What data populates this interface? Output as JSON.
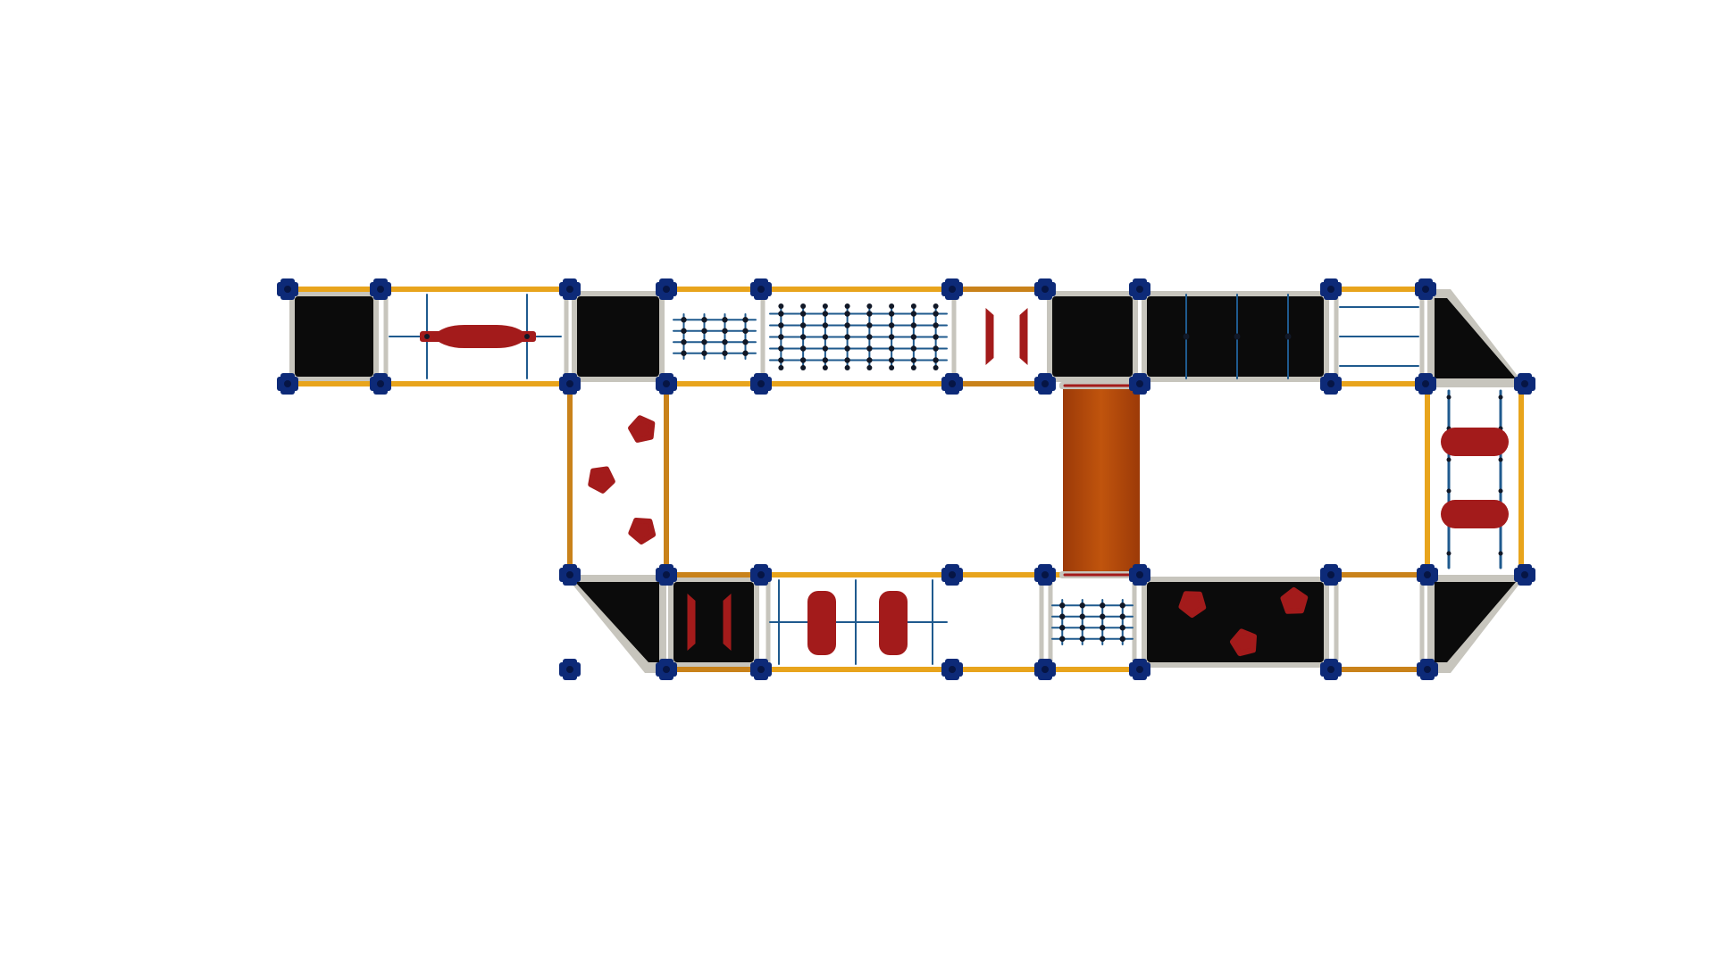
{
  "colors": {
    "background": "#ffffff",
    "deck": "#0b0b0b",
    "rail_yellow": "#e8a41c",
    "rail_orange": "#c9821a",
    "frame_gray": "#c7c5bd",
    "clamp_blue": "#0d2a78",
    "rope_blue": "#1f5a8e",
    "knot": "#111827",
    "hold_red": "#a31b1b",
    "slide_orange": "#c0540d"
  },
  "structure": {
    "element_order": [
      "deck",
      "balance-beam-bridge",
      "deck",
      "rope-net-bridge",
      "rope-net-bridge",
      "deck-with-grips",
      "deck",
      "rope-grid-bridge",
      "triangle-deck",
      "tire-ladder-bridge",
      "triangle-deck",
      "stepping-pod-bridge",
      "deck",
      "rope-net-bridge",
      "pod-bridge",
      "deck-with-grips",
      "triangle-deck",
      "rock-climber-panel",
      "slide"
    ]
  }
}
